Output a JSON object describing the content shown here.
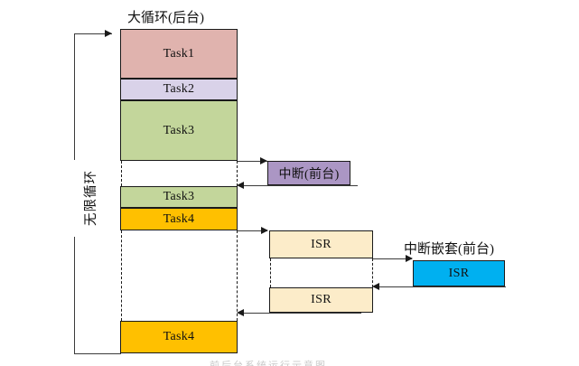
{
  "diagram": {
    "title_main_loop": "大循环(后台)",
    "title_interrupt": "中断嵌套(前台)",
    "loop_label": "无限循环",
    "bottom_caption": "前后台系统运行示意图"
  },
  "colors": {
    "task1": "#e0b3ae",
    "task2": "#d9d2e9",
    "task3": "#c3d69b",
    "task4": "#ffc000",
    "interrupt": "#ab96c4",
    "isr": "#fcecc9",
    "isr_nested": "#00b0f0",
    "stroke": "#1a1a1a",
    "line": "#3b3b3b"
  },
  "main_column": {
    "name": "大循环(后台)",
    "blocks": [
      {
        "label": "Task1",
        "color_key": "task1"
      },
      {
        "label": "Task2",
        "color_key": "task2"
      },
      {
        "label": "Task3",
        "color_key": "task3"
      },
      {
        "label": "Task3",
        "color_key": "task3"
      },
      {
        "label": "Task4",
        "color_key": "task4"
      },
      {
        "label": "Task4",
        "color_key": "task4"
      }
    ]
  },
  "interrupt_column": {
    "label": "中断(前台)",
    "color_key": "interrupt"
  },
  "isr_column": {
    "blocks": [
      {
        "label": "ISR"
      },
      {
        "label": "ISR"
      }
    ]
  },
  "nested_column": {
    "title": "中断嵌套(前台)",
    "block": {
      "label": "ISR"
    }
  }
}
